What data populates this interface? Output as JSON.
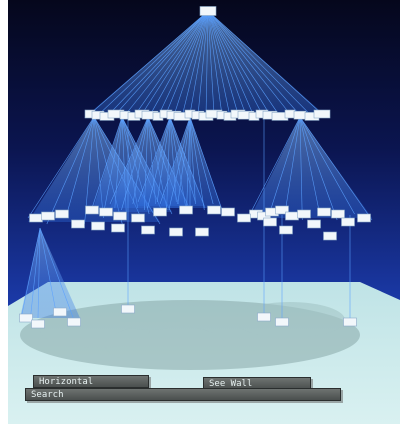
{
  "controls": {
    "horizontal_label": "Horizontal",
    "see_wall_label": "See Wall",
    "search_label": "Search"
  },
  "colors": {
    "background_top": "#070a24",
    "background_bottom": "#1b3ea8",
    "floor": "#cfeaea",
    "node": "#f2f7fb",
    "link": "#5aa0ff",
    "shadow": "#6f8f8f"
  },
  "tree": {
    "levels": 4,
    "root_children": 26,
    "visualization": "3D cone tree"
  }
}
